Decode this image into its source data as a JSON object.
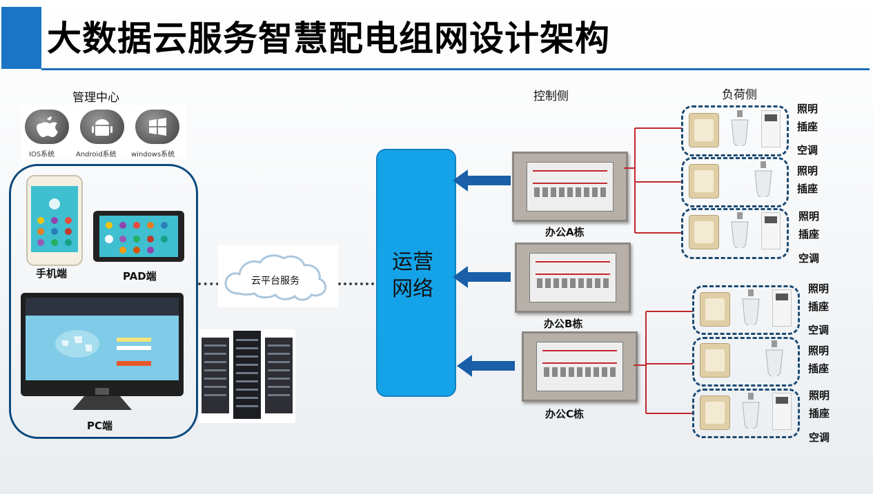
{
  "title": "大数据云服务智慧配电组网设计架构",
  "management": {
    "heading": "管理中心",
    "os": [
      {
        "label": "IOS系统",
        "icon": "apple-icon"
      },
      {
        "label": "Android系统",
        "icon": "android-icon"
      },
      {
        "label": "windows系统",
        "icon": "windows-icon"
      }
    ],
    "devices": {
      "phone": "手机端",
      "pad": "PAD端",
      "pc": "PC端"
    }
  },
  "cloud": {
    "label": "云平台服务"
  },
  "network": {
    "label_line1": "运营",
    "label_line2": "网络"
  },
  "control_side": {
    "heading": "控制侧"
  },
  "load_side": {
    "heading": "负荷侧"
  },
  "buildings": [
    {
      "name": "办公A栋"
    },
    {
      "name": "办公B栋"
    },
    {
      "name": "办公C栋"
    }
  ],
  "load_groups": [
    {
      "lines": [
        "照明",
        "插座",
        "空调"
      ],
      "devices": [
        "socket",
        "bulb",
        "ac"
      ]
    },
    {
      "lines": [
        "照明",
        "插座"
      ],
      "devices": [
        "socket",
        "bulb"
      ]
    },
    {
      "lines": [
        "照明",
        "插座",
        "空调"
      ],
      "devices": [
        "socket",
        "bulb",
        "ac"
      ]
    },
    {
      "lines": [
        "照明",
        "插座",
        "空调"
      ],
      "devices": [
        "socket",
        "bulb",
        "ac"
      ]
    },
    {
      "lines": [
        "照明",
        "插座"
      ],
      "devices": [
        "socket",
        "bulb"
      ]
    },
    {
      "lines": [
        "照明",
        "插座",
        "空调"
      ],
      "devices": [
        "socket",
        "bulb",
        "ac"
      ]
    }
  ],
  "colors": {
    "accent": "#1c74c4",
    "network_fill": "#14a3e8",
    "outline": "#0d4a7e",
    "wire": "#c0272d"
  }
}
